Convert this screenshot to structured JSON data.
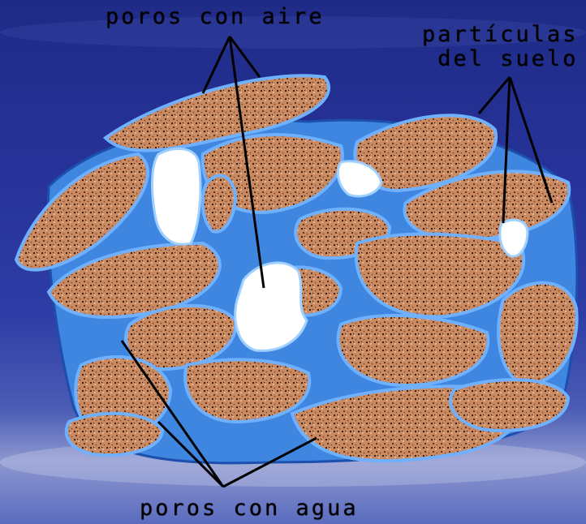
{
  "labels": {
    "air_pores": "poros con aire",
    "particles_line1": "partículas",
    "particles_line2": "del suelo",
    "water_pores": "poros con agua"
  },
  "colors": {
    "background": "#27339a",
    "water": "#3f86e0",
    "soil_particle": "#c98a62",
    "air_pore": "#ffffff"
  }
}
